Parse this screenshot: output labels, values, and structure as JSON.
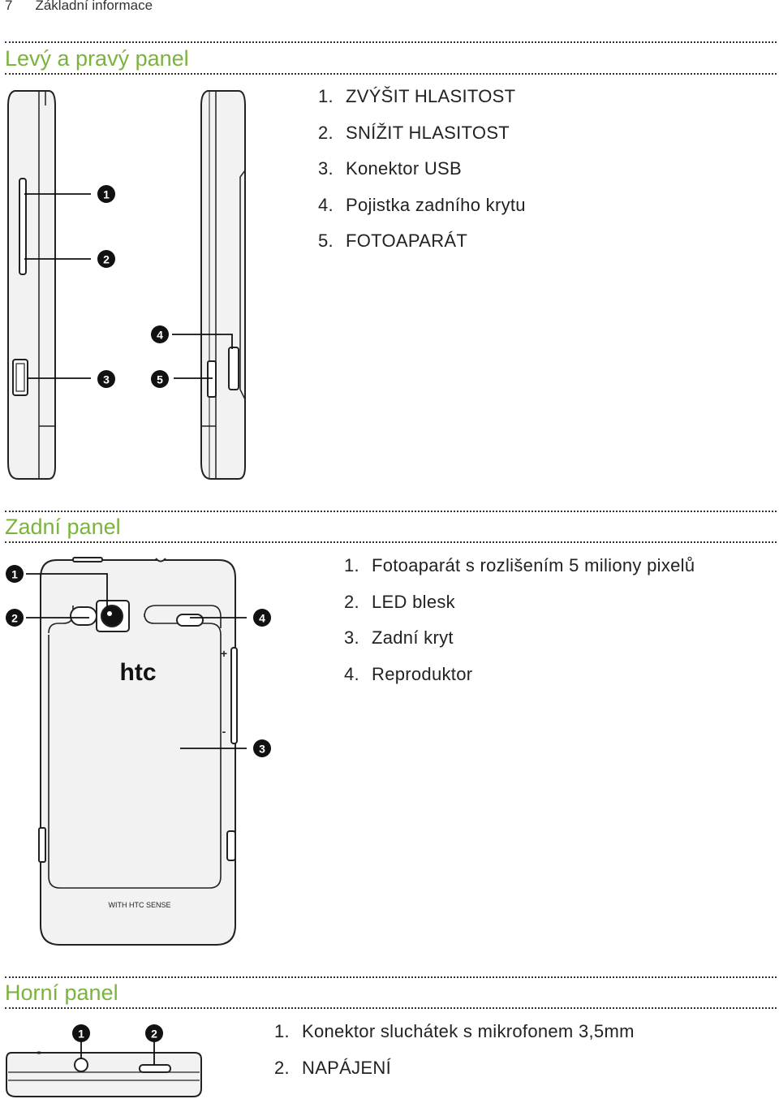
{
  "header": {
    "page_number": "7",
    "chapter": "Základní informace"
  },
  "sections": {
    "sides": {
      "title": "Levý a pravý panel",
      "items": [
        {
          "n": "1.",
          "label": "ZVÝŠIT HLASITOST"
        },
        {
          "n": "2.",
          "label": "SNÍŽIT HLASITOST"
        },
        {
          "n": "3.",
          "label": "Konektor USB"
        },
        {
          "n": "4.",
          "label": "Pojistka zadního krytu"
        },
        {
          "n": "5.",
          "label": "FOTOAPARÁT"
        }
      ],
      "callouts": [
        "1",
        "2",
        "3",
        "4",
        "5"
      ]
    },
    "back": {
      "title": "Zadní panel",
      "items": [
        {
          "n": "1.",
          "label": "Fotoaparát s rozlišením 5 miliony pixelů"
        },
        {
          "n": "2.",
          "label": "LED blesk"
        },
        {
          "n": "3.",
          "label": "Zadní kryt"
        },
        {
          "n": "4.",
          "label": "Reproduktor"
        }
      ],
      "callouts": [
        "1",
        "2",
        "3",
        "4"
      ],
      "logo": "htc",
      "cover_text": "WITH HTC SENSE",
      "plus": "+",
      "minus": "-"
    },
    "top": {
      "title": "Horní panel",
      "items": [
        {
          "n": "1.",
          "label": "Konektor sluchátek s mikrofonem 3,5mm"
        },
        {
          "n": "2.",
          "label": "NAPÁJENÍ"
        }
      ],
      "callouts": [
        "1",
        "2"
      ]
    }
  },
  "colors": {
    "heading_green": "#7bb33d",
    "text": "#222222",
    "callout_bg": "#111111",
    "device_fill": "#f2f2f2"
  }
}
